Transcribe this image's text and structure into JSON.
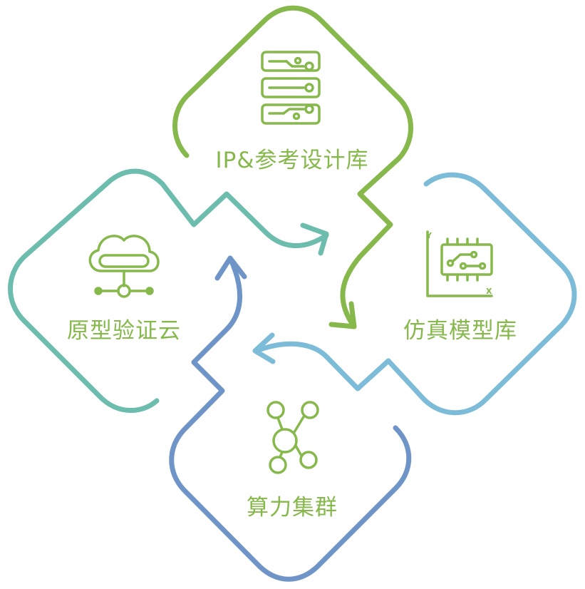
{
  "nodes": {
    "ip": {
      "label": "IP&参考设计库"
    },
    "sim": {
      "label": "仿真模型库"
    },
    "proto": {
      "label": "原型验证云"
    },
    "compute": {
      "label": "算力集群"
    }
  },
  "icons": {
    "ip": "circuit-board-icon",
    "sim": "xy-chart-chip-icon",
    "proto": "cloud-network-icon",
    "compute": "node-cluster-icon"
  },
  "colors": {
    "green": "#86b84b",
    "blue_light": "#7dbcd8",
    "teal": "#6dbdaf",
    "blue_dark": "#6f95c8"
  },
  "axis_markers": {
    "y": "Y",
    "x": "X"
  }
}
